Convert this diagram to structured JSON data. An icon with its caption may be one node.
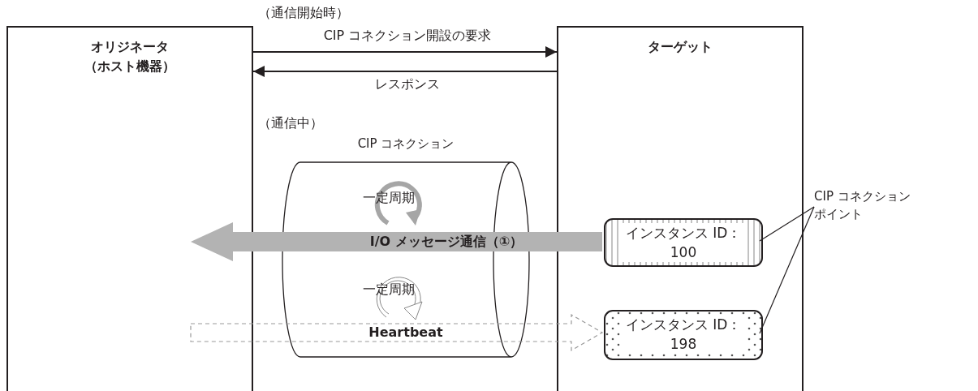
{
  "diagram": {
    "nodes": [
      {
        "text": [
          "オリジネータ",
          "（ホスト機器）"
        ]
      },
      {
        "text": [
          "ターゲット"
        ]
      },
      {
        "text": [
          "CIP コネクション"
        ]
      },
      {
        "text": [
          "インスタンス ID：100"
        ],
        "in": 1
      },
      {
        "text": [
          "インスタンス ID：198"
        ],
        "in": 1
      },
      {
        "text": [
          "CIP コネクションポイント"
        ]
      }
    ],
    "edges": [
      {
        "from": 0,
        "to": 1,
        "arrow": "to",
        "label": "CIP コネクション開設の要求"
      },
      {
        "from": 1,
        "to": 0,
        "arrow": "to",
        "label": "レスポンス"
      },
      {
        "from": 3,
        "to": null,
        "arrow": "to",
        "label": "I/O メッセージ通信（①）",
        "style": "thick",
        "color": "#b3b3b3"
      },
      {
        "from": null,
        "to": 4,
        "arrow": "to",
        "label": "Heartbeat",
        "style": "dashed",
        "color": "#999999"
      },
      {
        "from": 5,
        "to": 3,
        "arrow": "none"
      },
      {
        "from": 5,
        "to": 4,
        "arrow": "none"
      }
    ],
    "labels": [
      "（通信開始時）",
      "（通信中）",
      "一定周期",
      "一定周期"
    ]
  }
}
